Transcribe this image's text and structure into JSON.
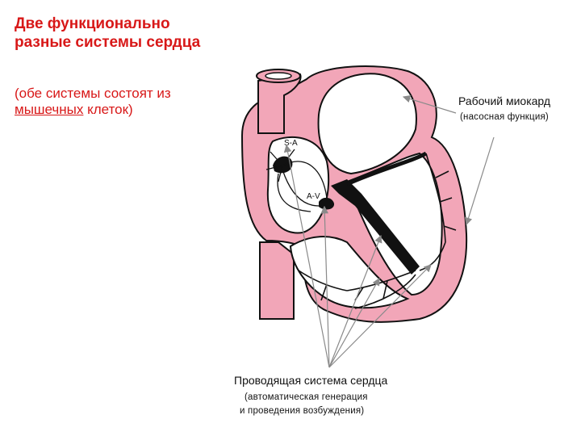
{
  "title": "Две функционально разные системы сердца",
  "note": {
    "before": "(обе системы состоят из ",
    "underlined": "мышечных",
    "after": " клеток)"
  },
  "labels": {
    "working": "Рабочий миокард",
    "working_sub": "(насосная функция)",
    "conduction": "Проводящая система сердца",
    "conduction_sub1": "(автоматическая генерация",
    "conduction_sub2": "и проведения возбуждения)",
    "sa": "S-A",
    "av": "A-V"
  },
  "colors": {
    "title": "#d81818",
    "myocardium": "#f2a6b8",
    "outline": "#111111",
    "arrow": "#8a8a8a"
  }
}
